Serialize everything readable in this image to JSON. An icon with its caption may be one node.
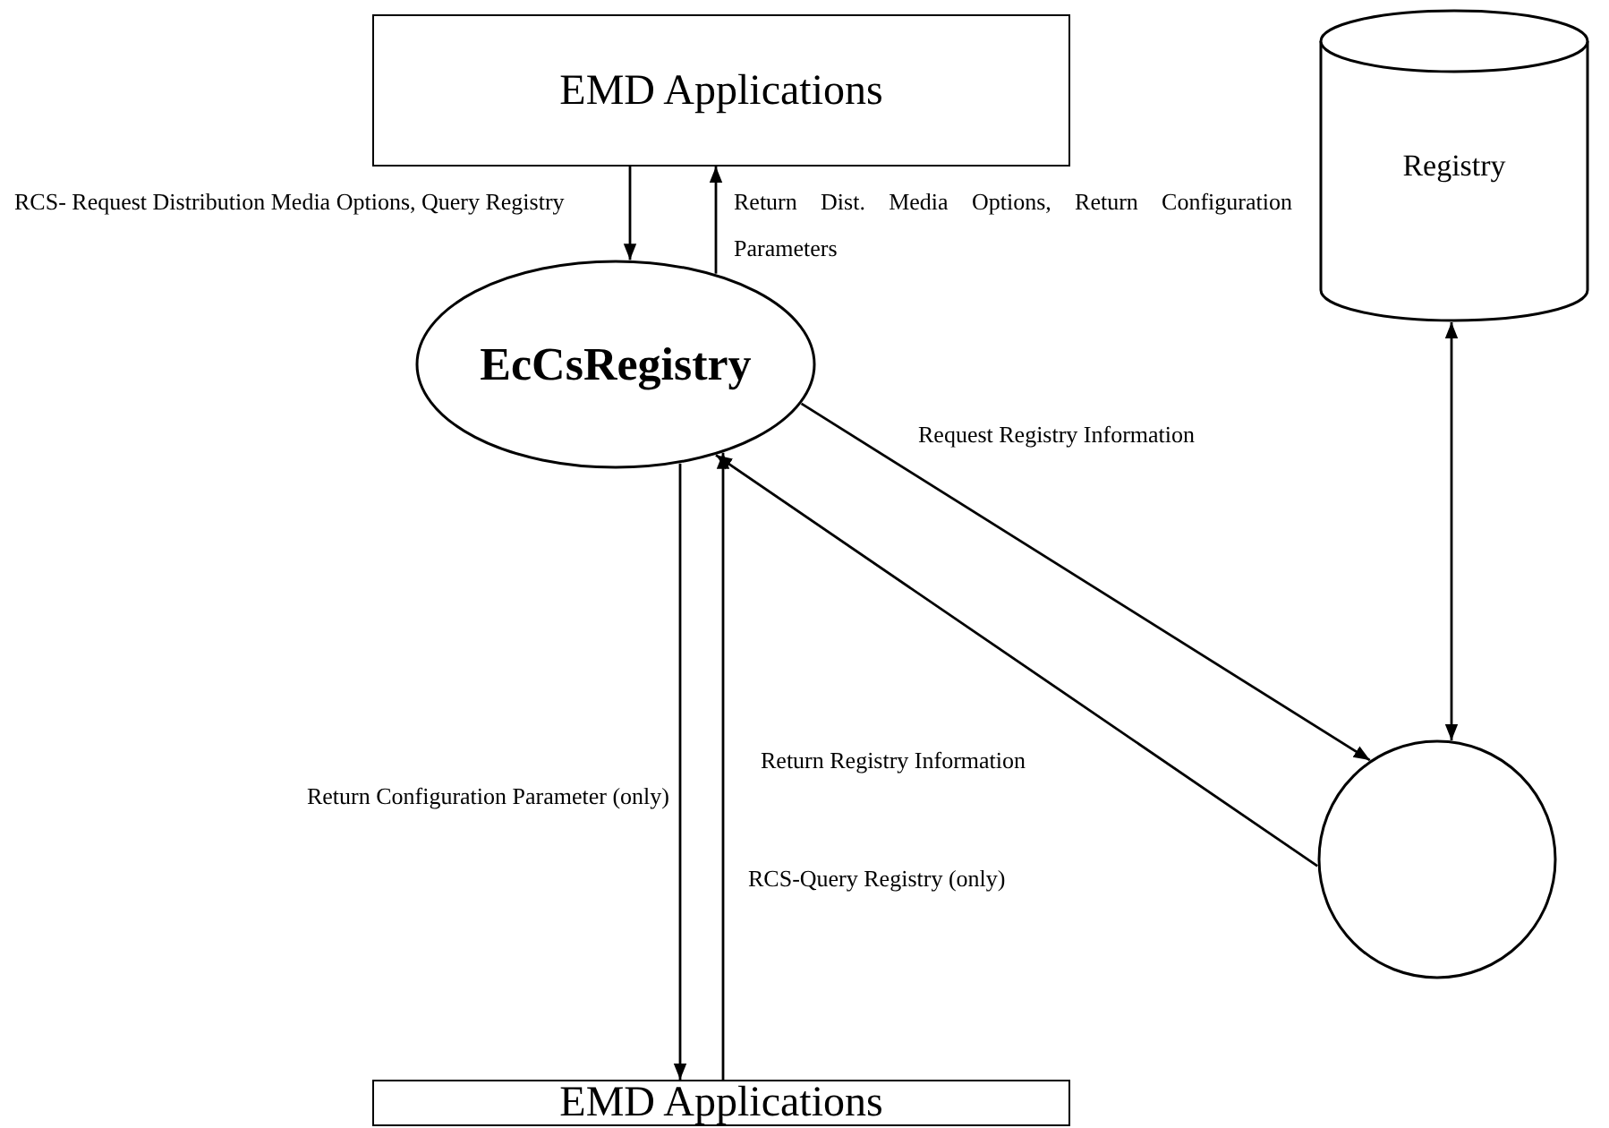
{
  "diagram": {
    "nodes": [
      {
        "text": [
          "EMD Applications"
        ]
      },
      {
        "text": [
          "Registry"
        ]
      },
      {
        "text": [
          "EcCsRegistry"
        ]
      },
      {
        "text": [],
        "shape": "circle"
      },
      {
        "text": [
          "EMD Applications"
        ]
      }
    ],
    "edges": [
      {
        "from": 0,
        "to": 2,
        "arrow": "to",
        "label": "RCS- Request Distribution Media Options, Query Registry"
      },
      {
        "from": 2,
        "to": 0,
        "arrow": "to",
        "label": "Return Dist. Media Options, Return Configuration Parameters"
      },
      {
        "from": 1,
        "to": 3,
        "arrow": "both"
      },
      {
        "from": 2,
        "to": 3,
        "arrow": "to",
        "label": "Request Registry Information"
      },
      {
        "from": 3,
        "to": 2,
        "arrow": "to",
        "label": "Return Registry Information"
      },
      {
        "from": 2,
        "to": 4,
        "arrow": "to",
        "label": "Return Configuration Parameter (only)"
      },
      {
        "from": 4,
        "to": 2,
        "arrow": "to",
        "label": "RCS-Query Registry (only)"
      }
    ]
  }
}
